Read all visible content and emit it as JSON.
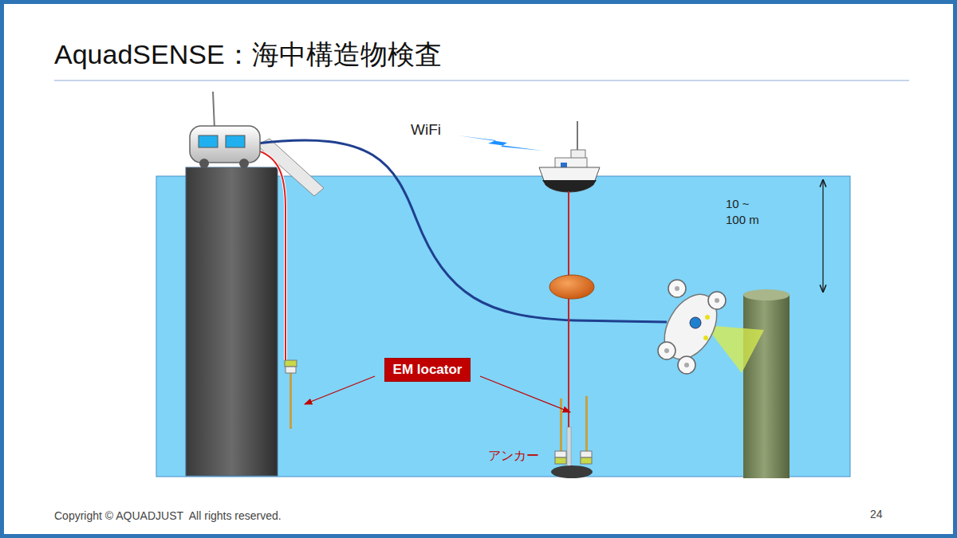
{
  "diagram": {
    "title": "AquadSENSE：海中構造物検査",
    "nodes": [
      {
        "text": [
          "EM locator"
        ]
      }
    ],
    "labels": [
      "WiFi",
      "10 ~ 100 m",
      "アンカー",
      "Copyright © AQUADJUST  All rights reserved.",
      "24"
    ]
  }
}
